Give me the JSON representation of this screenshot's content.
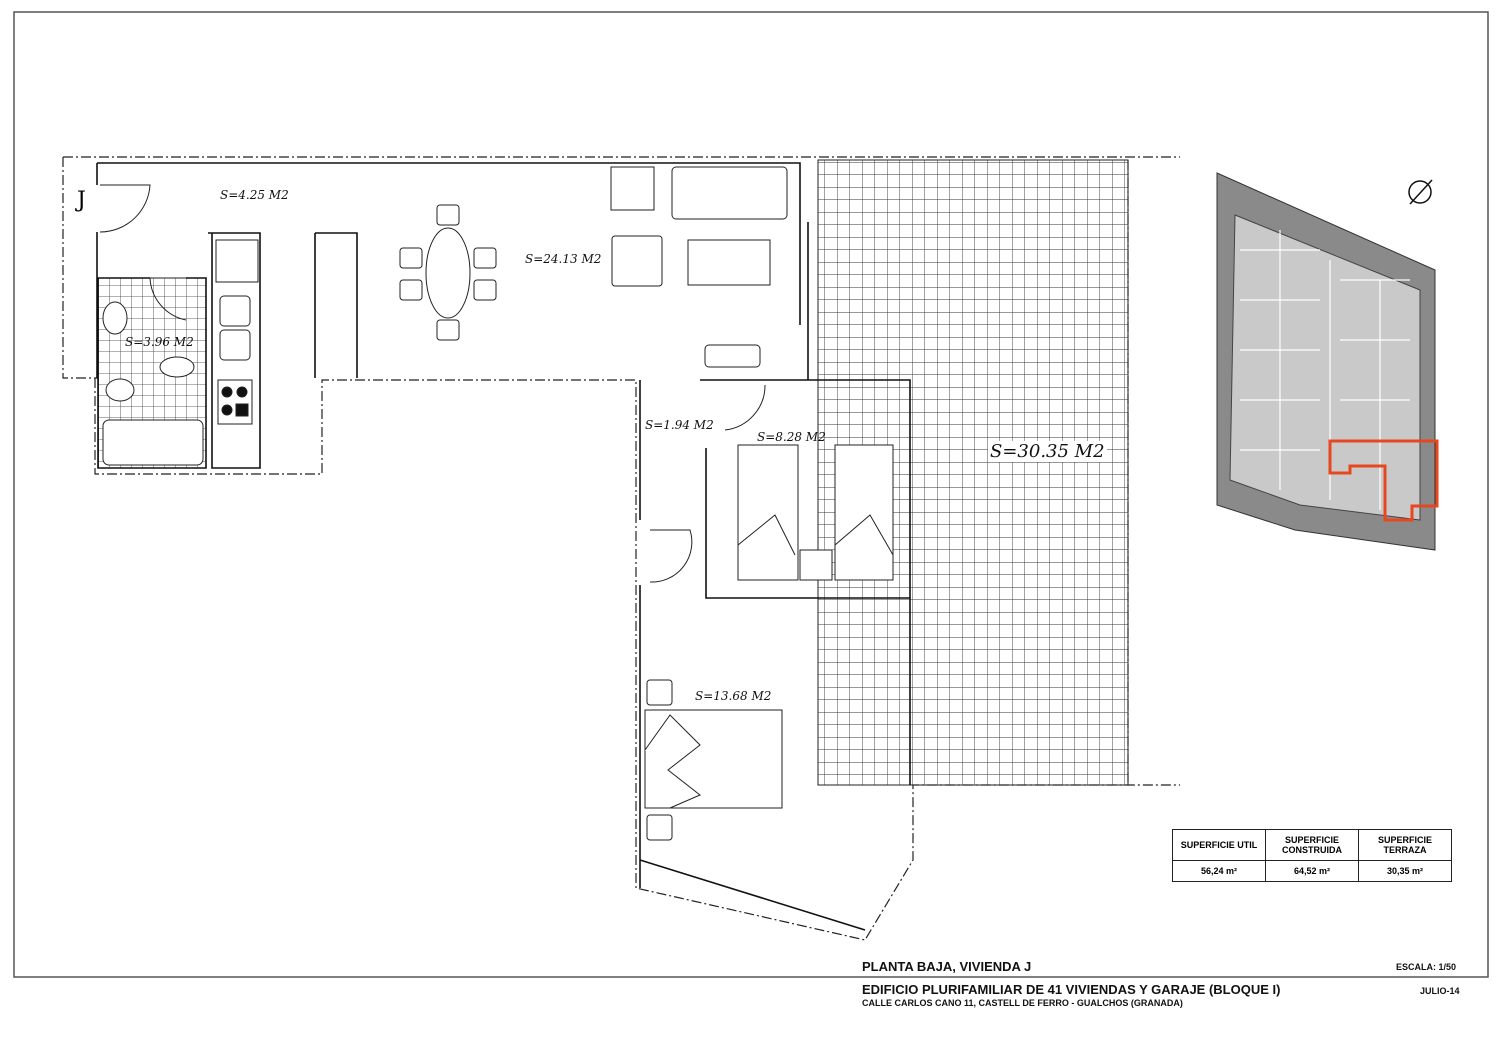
{
  "plan": {
    "unit_mark": "J",
    "rooms": [
      {
        "name": "hall",
        "area": "S=4.25 M2"
      },
      {
        "name": "living",
        "area": "S=24.13 M2"
      },
      {
        "name": "bathroom",
        "area": "S=3.96 M2"
      },
      {
        "name": "corridor",
        "area": "S=1.94 M2"
      },
      {
        "name": "bedroom-2",
        "area": "S=8.28 M2"
      },
      {
        "name": "terrace",
        "area": "S=30.35 M2"
      },
      {
        "name": "bedroom-main",
        "area": "S=13.68 M2"
      }
    ]
  },
  "surfaces": {
    "headers": [
      "SUPERFICIE UTIL",
      "SUPERFICIE CONSTRUIDA",
      "SUPERFICIE TERRAZA"
    ],
    "values": [
      "56,24 m²",
      "64,52 m²",
      "30,35 m²"
    ]
  },
  "title_block": {
    "title": "PLANTA BAJA, VIVIENDA J",
    "scale": "ESCALA: 1/50",
    "project": "EDIFICIO PLURIFAMILIAR DE 41 VIVIENDAS Y GARAJE (BLOQUE I)",
    "date": "JULIO-14",
    "address": "CALLE CARLOS CANO 11, CASTELL DE FERRO - GUALCHOS (GRANADA)"
  },
  "colors": {
    "highlight": "#e8461e",
    "keyplan": "#8a8a8a"
  }
}
